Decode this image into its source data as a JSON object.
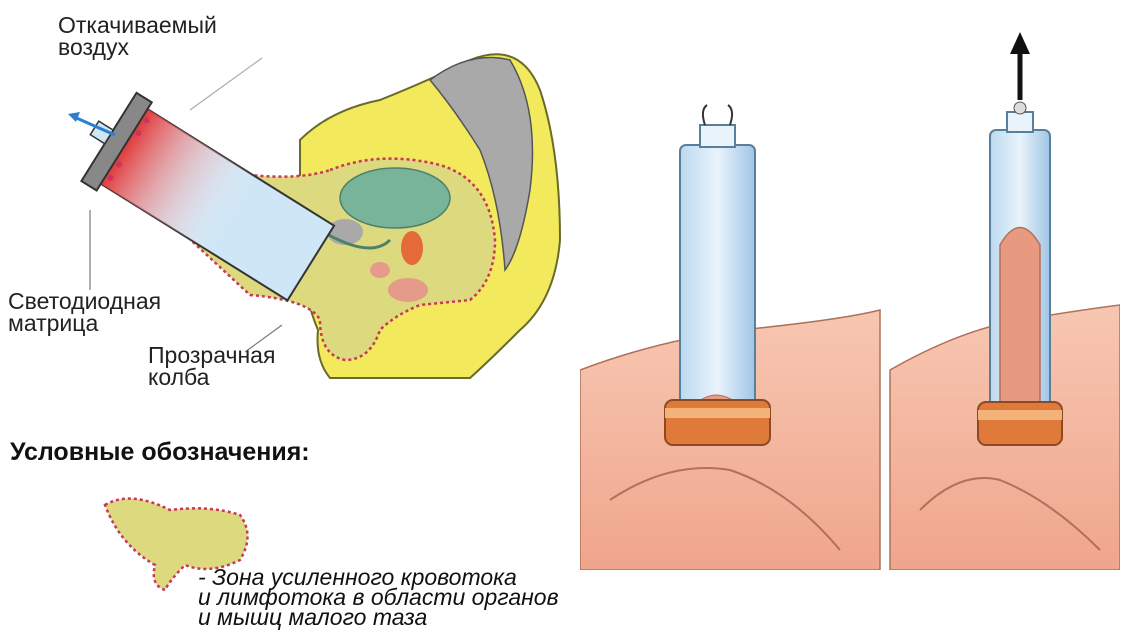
{
  "labels": {
    "evacuated_air": [
      "Откачиваемый",
      "воздух"
    ],
    "led_matrix": [
      "Светодиодная",
      "матрица"
    ],
    "transparent_flask": [
      "Прозрачная",
      "колба"
    ]
  },
  "legend": {
    "title": "Условные обозначения:",
    "description": [
      "- Зона усиленного кровотока",
      "и лимфотока в области органов",
      "и мышц малого таза"
    ]
  },
  "colors": {
    "body_yellow": "#f2ea5c",
    "zone_fill": "#dcd97f",
    "zone_border": "#c8365a",
    "bladder_green": "#78b49a",
    "bone_gray": "#a9a9a9",
    "led_red": "#e23a3a",
    "flask_blue": "#cfe6f6",
    "skin": "#f0a58c",
    "ring_orange": "#e07a3a",
    "arrow_blue": "#2a7fd0",
    "arrow_black": "#111111"
  }
}
